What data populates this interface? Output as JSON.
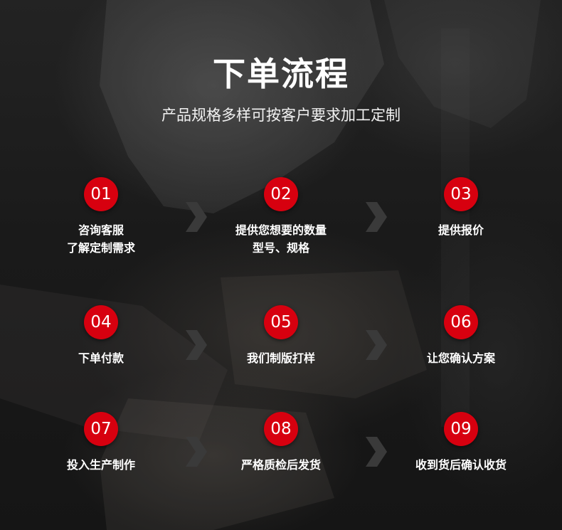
{
  "header": {
    "title": "下单流程",
    "subtitle": "产品规格多样可按客户要求加工定制"
  },
  "steps": [
    {
      "num": "01",
      "line1": "咨询客服",
      "line2": "了解定制需求"
    },
    {
      "num": "02",
      "line1": "提供您想要的数量",
      "line2": "型号、规格"
    },
    {
      "num": "03",
      "line1": "提供报价",
      "line2": ""
    },
    {
      "num": "04",
      "line1": "下单付款",
      "line2": ""
    },
    {
      "num": "05",
      "line1": "我们制版打样",
      "line2": ""
    },
    {
      "num": "06",
      "line1": "让您确认方案",
      "line2": ""
    },
    {
      "num": "07",
      "line1": "投入生产制作",
      "line2": ""
    },
    {
      "num": "08",
      "line1": "严格质检后发货",
      "line2": ""
    },
    {
      "num": "09",
      "line1": "收到货后确认收货",
      "line2": ""
    }
  ],
  "colors": {
    "badge": "#d7000f",
    "background": "#1a1a1a",
    "arrow": "#3a3a3a"
  },
  "icons": {
    "arrow": "chevron-right-icon"
  }
}
